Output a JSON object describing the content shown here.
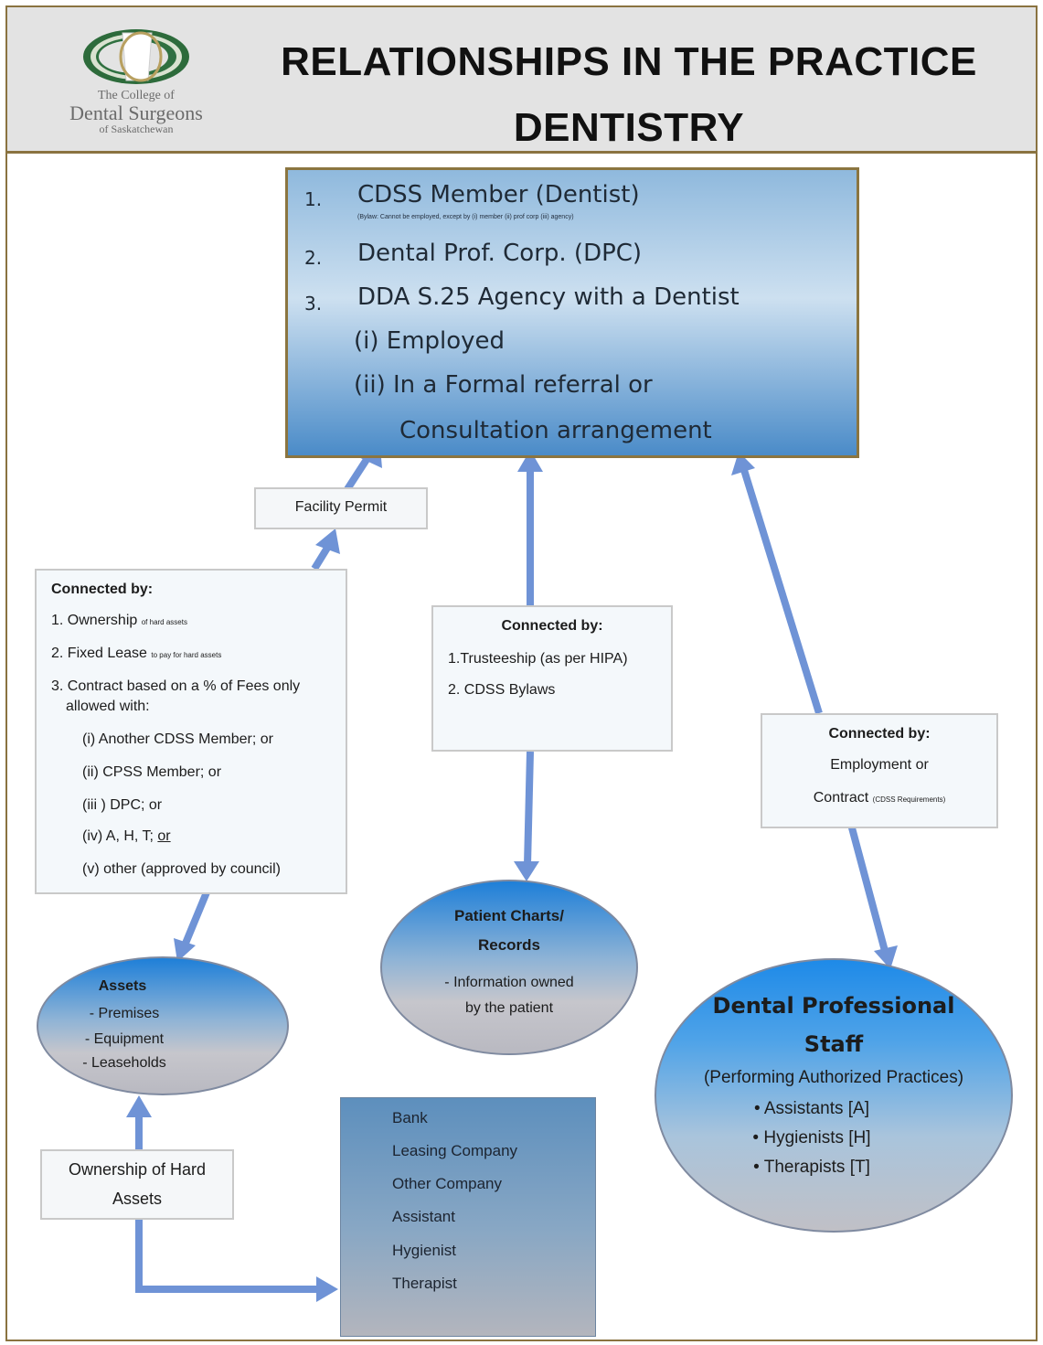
{
  "header": {
    "title_line1": "RELATIONSHIPS IN THE PRACTICE",
    "title_line2": "DENTISTRY",
    "logo": {
      "line1": "The College of",
      "line2": "Dental Surgeons",
      "line3": "of Saskatchewan"
    }
  },
  "top_box": {
    "items": [
      {
        "num": "1.",
        "text": "CDSS Member (Dentist)"
      },
      {
        "num": "2.",
        "text": "Dental Prof. Corp. (DPC)"
      },
      {
        "num": "3.",
        "text": "DDA S.25 Agency with a Dentist"
      }
    ],
    "note": "(Bylaw: Cannot be employed, except by (i) member (ii) prof corp (iii) agency)",
    "sub1": "(i)  Employed",
    "sub2": "(ii) In a Formal referral or",
    "sub3": "Consultation arrangement"
  },
  "facility_permit": "Facility Permit",
  "left_box": {
    "heading": "Connected by:",
    "item1": "1. Ownership",
    "item1_note": "of hard assets",
    "item2": "2. Fixed Lease",
    "item2_note": "to pay for hard assets",
    "item3a": "3. Contract based on a % of Fees only",
    "item3b": "allowed with:",
    "sub_i": "(i)   Another CDSS Member; or",
    "sub_ii": "(ii)  CPSS Member; or",
    "sub_iii": "(iii ) DPC; or",
    "sub_iv_a": "(iv)  A, H, T; ",
    "sub_iv_b": "or",
    "sub_v": "(v)  other (approved by council)"
  },
  "middle_box": {
    "heading": "Connected by:",
    "item1": "1.Trusteeship (as per HIPA)",
    "item2": "2. CDSS Bylaws"
  },
  "right_box": {
    "heading": "Connected by:",
    "line1": "Employment or",
    "line2": "Contract",
    "line2_note": "(CDSS Requirements)"
  },
  "assets": {
    "title": "Assets",
    "items": [
      "-    Premises",
      "-    Equipment",
      "-    Leaseholds"
    ]
  },
  "patient_charts": {
    "title1": "Patient Charts/",
    "title2": "Records",
    "line1": "-  Information owned",
    "line2": "by the patient"
  },
  "staff": {
    "title1": "Dental Professional",
    "title2": "Staff",
    "subtitle": "(Performing Authorized Practices)",
    "items": [
      "•   Assistants  [A]",
      "•   Hygienists  [H]",
      "•   Therapists  [T]"
    ]
  },
  "ownership_box": {
    "line1": "Ownership of Hard",
    "line2": "Assets"
  },
  "lender_list": [
    "Bank",
    "Leasing Company",
    "Other Company",
    "Assistant",
    "Hygienist",
    "Therapist"
  ],
  "colors": {
    "border_gold": "#8b7540",
    "arrow_blue": "#6f93d6",
    "box_blue_dark": "#4a8bc8"
  }
}
